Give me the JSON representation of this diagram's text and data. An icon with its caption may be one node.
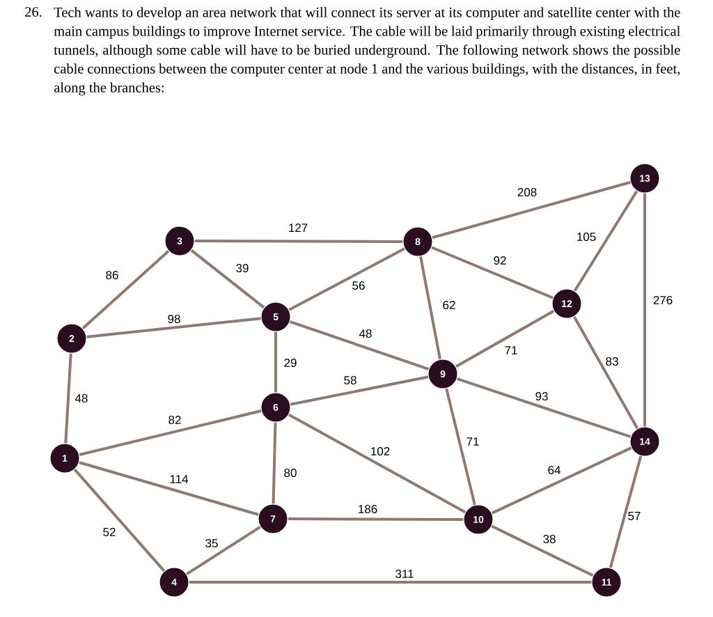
{
  "diagram": {
    "title": "Tech wants to develop an area network that will connect its server at its computer and satellite center with the main campus buildings to improve Internet service. The cable will be laid primarily through existing electrical tunnels, although some cable will have to be buried underground. The following network shows the possible cable connections between the computer center at node 1 and the various buildings, with the distances, in feet, along the branches:",
    "nodes": [
      {
        "text": [
          "1"
        ]
      },
      {
        "text": [
          "2"
        ]
      },
      {
        "text": [
          "3"
        ]
      },
      {
        "text": [
          "4"
        ]
      },
      {
        "text": [
          "5"
        ]
      },
      {
        "text": [
          "6"
        ]
      },
      {
        "text": [
          "7"
        ]
      },
      {
        "text": [
          "8"
        ]
      },
      {
        "text": [
          "9"
        ]
      },
      {
        "text": [
          "10"
        ]
      },
      {
        "text": [
          "11"
        ]
      },
      {
        "text": [
          "12"
        ]
      },
      {
        "text": [
          "13"
        ]
      },
      {
        "text": [
          "14"
        ]
      }
    ],
    "edges": [
      {
        "from": 0,
        "to": 1,
        "arrow": "none",
        "label": "48"
      },
      {
        "from": 1,
        "to": 2,
        "arrow": "none",
        "label": "86"
      },
      {
        "from": 1,
        "to": 4,
        "arrow": "none",
        "label": "98"
      },
      {
        "from": 2,
        "to": 4,
        "arrow": "none",
        "label": "39"
      },
      {
        "from": 2,
        "to": 7,
        "arrow": "none",
        "label": "127"
      },
      {
        "from": 0,
        "to": 5,
        "arrow": "none",
        "label": "82"
      },
      {
        "from": 0,
        "to": 6,
        "arrow": "none",
        "label": "114"
      },
      {
        "from": 0,
        "to": 3,
        "arrow": "none",
        "label": "52"
      },
      {
        "from": 3,
        "to": 6,
        "arrow": "none",
        "label": "35"
      },
      {
        "from": 3,
        "to": 10,
        "arrow": "none",
        "label": "311"
      },
      {
        "from": 4,
        "to": 7,
        "arrow": "none",
        "label": "56"
      },
      {
        "from": 4,
        "to": 8,
        "arrow": "none",
        "label": "48"
      },
      {
        "from": 4,
        "to": 5,
        "arrow": "none",
        "label": "29"
      },
      {
        "from": 5,
        "to": 8,
        "arrow": "none",
        "label": "58"
      },
      {
        "from": 5,
        "to": 6,
        "arrow": "none",
        "label": "80"
      },
      {
        "from": 5,
        "to": 9,
        "arrow": "none",
        "label": "102"
      },
      {
        "from": 6,
        "to": 9,
        "arrow": "none",
        "label": "186"
      },
      {
        "from": 7,
        "to": 12,
        "arrow": "none",
        "label": "208"
      },
      {
        "from": 7,
        "to": 11,
        "arrow": "none",
        "label": "92"
      },
      {
        "from": 7,
        "to": 8,
        "arrow": "none",
        "label": "62"
      },
      {
        "from": 8,
        "to": 11,
        "arrow": "none",
        "label": "71"
      },
      {
        "from": 8,
        "to": 9,
        "arrow": "none",
        "label": "71"
      },
      {
        "from": 8,
        "to": 13,
        "arrow": "none",
        "label": "93"
      },
      {
        "from": 11,
        "to": 12,
        "arrow": "none",
        "label": "105"
      },
      {
        "from": 11,
        "to": 13,
        "arrow": "none",
        "label": "83"
      },
      {
        "from": 12,
        "to": 13,
        "arrow": "none",
        "label": "276"
      },
      {
        "from": 9,
        "to": 13,
        "arrow": "none",
        "label": "64"
      },
      {
        "from": 9,
        "to": 10,
        "arrow": "none",
        "label": "38"
      },
      {
        "from": 10,
        "to": 13,
        "arrow": "none",
        "label": "57"
      }
    ],
    "labels": [
      "26."
    ]
  }
}
